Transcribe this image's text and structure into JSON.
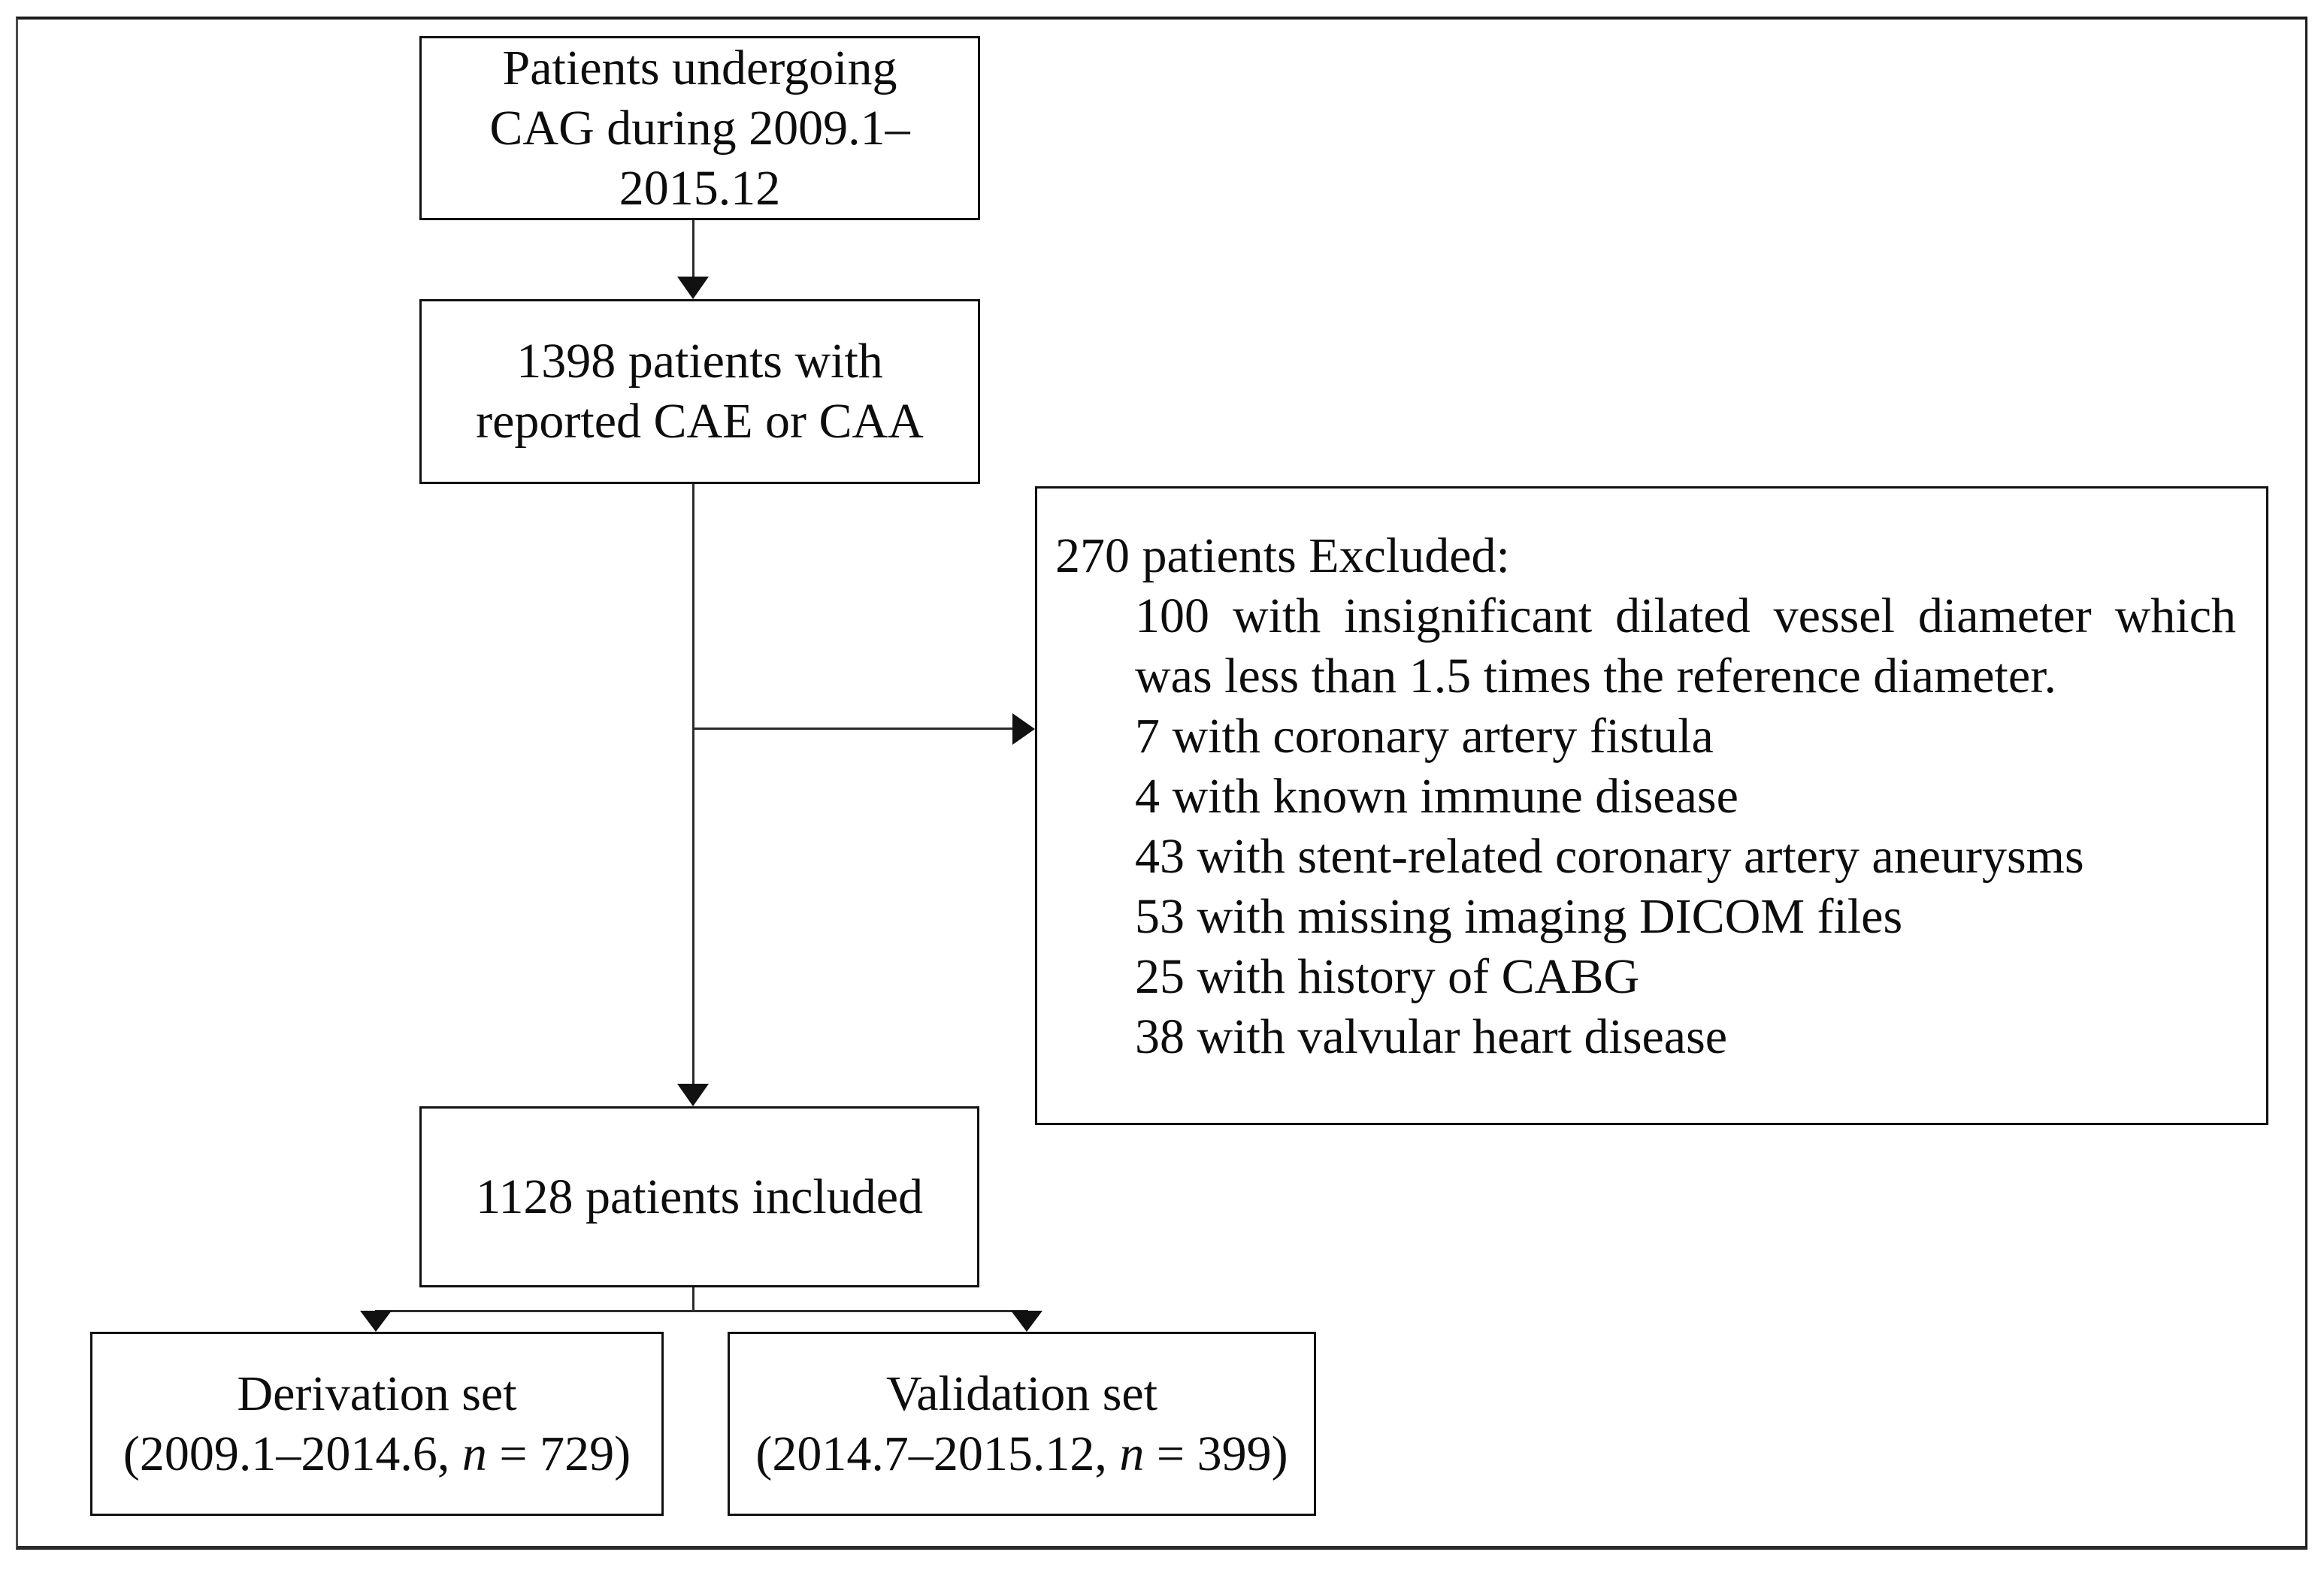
{
  "figure": {
    "background": "#ffffff",
    "line_color": "#111111",
    "box_top": {
      "lines": [
        "Patients undergoing",
        "CAG during 2009.1–",
        "2015.12"
      ]
    },
    "box_reported": {
      "lines": [
        "1398 patients with",
        "reported CAE or CAA"
      ]
    },
    "box_excluded": {
      "title": "270 patients Excluded:",
      "item_long_line1": "100 with insignificant dilated vessel diameter which",
      "item_long_line2": "was less than 1.5 times the reference diameter.",
      "items": [
        "7 with coronary artery fistula",
        "4 with known immune disease",
        "43 with stent-related coronary artery aneurysms",
        "53 with missing imaging DICOM files",
        "25 with history of CABG",
        "38 with valvular heart disease"
      ]
    },
    "box_included": {
      "text": "1128 patients included"
    },
    "box_derivation": {
      "title": "Derivation set",
      "sub_prefix": "(2009.1–2014.6, ",
      "sub_n": "n",
      "sub_suffix": " = 729)"
    },
    "box_validation": {
      "title": "Validation set",
      "sub_prefix": "(2014.7–2015.12, ",
      "sub_n": "n",
      "sub_suffix": " = 399)"
    }
  }
}
